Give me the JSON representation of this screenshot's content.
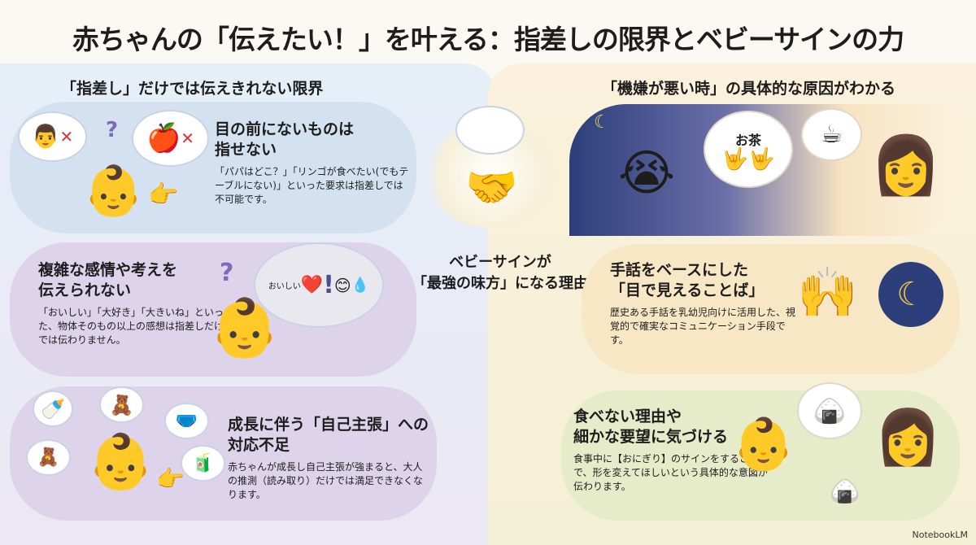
{
  "title": "赤ちゃんの「伝えたい！」を叶える：指差しの限界とベビーサインの力",
  "left": {
    "heading": "「指差し」だけでは伝えきれない限界",
    "cards": [
      {
        "title_l1": "目の前にないものは",
        "title_l2": "指せない",
        "body": "「パパはどこ？」「リンゴが食べたい(でもテーブルにない)」といった要求は指差しでは不可能です。"
      },
      {
        "title_l1": "複雑な感情や考えを",
        "title_l2": "伝えられない",
        "body": "「おいしい」「大好き」「大きいね」といった、物体そのもの以上の感想は指差しだけでは伝わりません。",
        "bubble_word": "おいしい"
      },
      {
        "title_l1": "成長に伴う「自己主張」への",
        "title_l2": "対応不足",
        "body": "赤ちゃんが成長し自己主張が強まると、大人の推測（読み取り）だけでは満足できなくなります。"
      }
    ]
  },
  "center": {
    "line1": "ベビーサインが",
    "line2": "「最強の味方」になる理由"
  },
  "right": {
    "heading": "「機嫌が悪い時」の具体的な原因がわかる",
    "sign_label": "お茶",
    "cards": [
      {
        "title_l1": "手話をベースにした",
        "title_l2": "「目で見えることば」",
        "body": "歴史ある手話を乳幼児向けに活用した、視覚的で確実なコミュニケーション手段です。"
      },
      {
        "title_l1": "食べない理由や",
        "title_l2": "細かな要望に気づける",
        "body": "食事中に【おにぎり】のサインをすることで、形を変えてほしいという具体的な意図が伝わります。"
      }
    ]
  },
  "watermark": "NotebookLM",
  "colors": {
    "left_bg": "#e6eef8",
    "right_bg": "#fbf1dc",
    "card_blue": "#d3e1f1",
    "card_purple": "#ddd3ea",
    "card_cream": "#f8e7c4",
    "card_green": "#e6ebc9",
    "night": "#2c3f7a"
  }
}
